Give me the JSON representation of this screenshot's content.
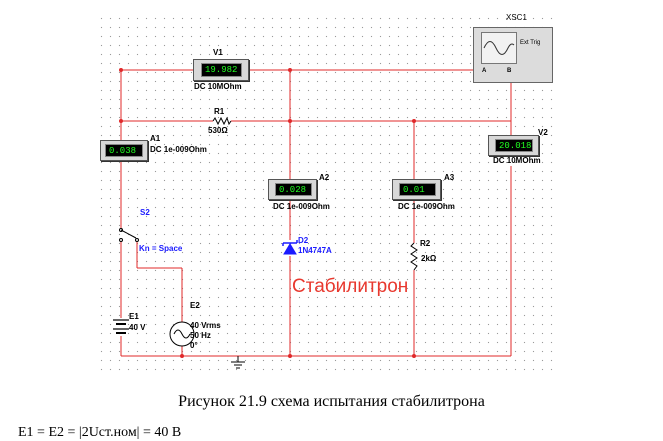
{
  "oscilloscope": {
    "label": "XSC1",
    "trigger_label": "Ext Trig",
    "port_a": "A",
    "port_b": "B"
  },
  "v1": {
    "name": "V1",
    "reading": "19.982",
    "mode": "DC  10MOhm"
  },
  "v2": {
    "name": "V2",
    "reading": "20.018",
    "mode": "DC  10MOhm"
  },
  "a1": {
    "name": "A1",
    "reading": "0.038",
    "mode": "DC  1e-009Ohm"
  },
  "a2": {
    "name": "A2",
    "reading": "0.028",
    "mode": "DC  1e-009Ohm"
  },
  "a3": {
    "name": "A3",
    "reading": "0.01",
    "mode": "DC  1e-009Ohm"
  },
  "r1": {
    "name": "R1",
    "value": "530Ω"
  },
  "r2": {
    "name": "R2",
    "value": "2kΩ"
  },
  "d2": {
    "name": "D2",
    "part": "1N4747A"
  },
  "s2": {
    "name": "S2",
    "key": "Kn = Space"
  },
  "e1": {
    "name": "E1",
    "value": "40 V"
  },
  "e2": {
    "name": "E2",
    "value": "40 Vrms",
    "freq": "50 Hz",
    "phase": "0°"
  },
  "annotation": "Стабилитрон",
  "caption": "Рисунок 21.9 схема испытания стабилитрона",
  "formula": "E1 = E2 = |2Uст.ном| = 40 В",
  "colors": {
    "wire": "#e0282a",
    "display": "#22ff22",
    "diode": "#1a1aff"
  }
}
